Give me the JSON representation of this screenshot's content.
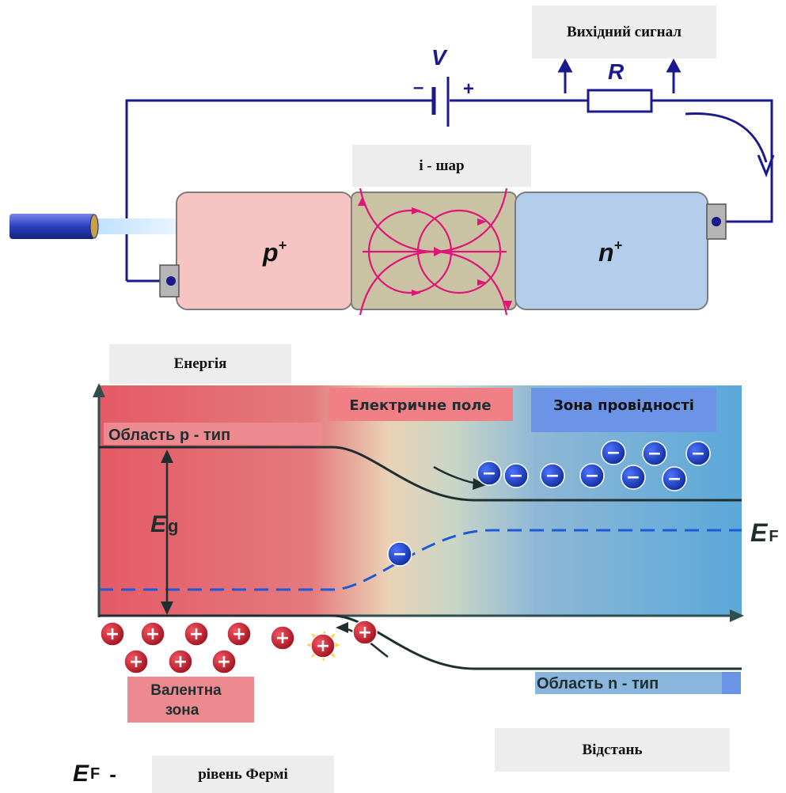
{
  "circuit": {
    "output_signal": "Вихідний сигнал",
    "voltage": "V",
    "minus": "–",
    "plus": "+",
    "resistor": "R",
    "i_layer": "і - шар",
    "p_region": "p",
    "n_region": "n",
    "superscript": "+"
  },
  "band": {
    "energy": "Енергія",
    "electric_field": "Електричне поле",
    "conduction_band": "Зона провідності",
    "p_type": "Область p - тип",
    "n_type": "Область n - тип",
    "gap_letter": "E",
    "gap_sub": "g",
    "fermi_letter": "E",
    "fermi_sub": "F",
    "valence_line1": "Валентна",
    "valence_line2": "зона",
    "distance": "Відстань",
    "electron_symbol": "−",
    "hole_symbol": "+"
  },
  "legend": {
    "fermi_letter": "E",
    "fermi_sub": "F",
    "dash": "-",
    "fermi_text": "рівень Фермі"
  },
  "colors": {
    "wire": "#1a1a8c",
    "field_lines": "#e0157a",
    "p_block": "#f7c4c4",
    "i_block": "#c9c2a3",
    "n_block": "#b4cdeb",
    "band_red": "#e45a66",
    "band_blue": "#5aa8d9",
    "electron": "#1b3fc9",
    "hole": "#d3202e",
    "fermi_line": "#1d5ad6"
  }
}
